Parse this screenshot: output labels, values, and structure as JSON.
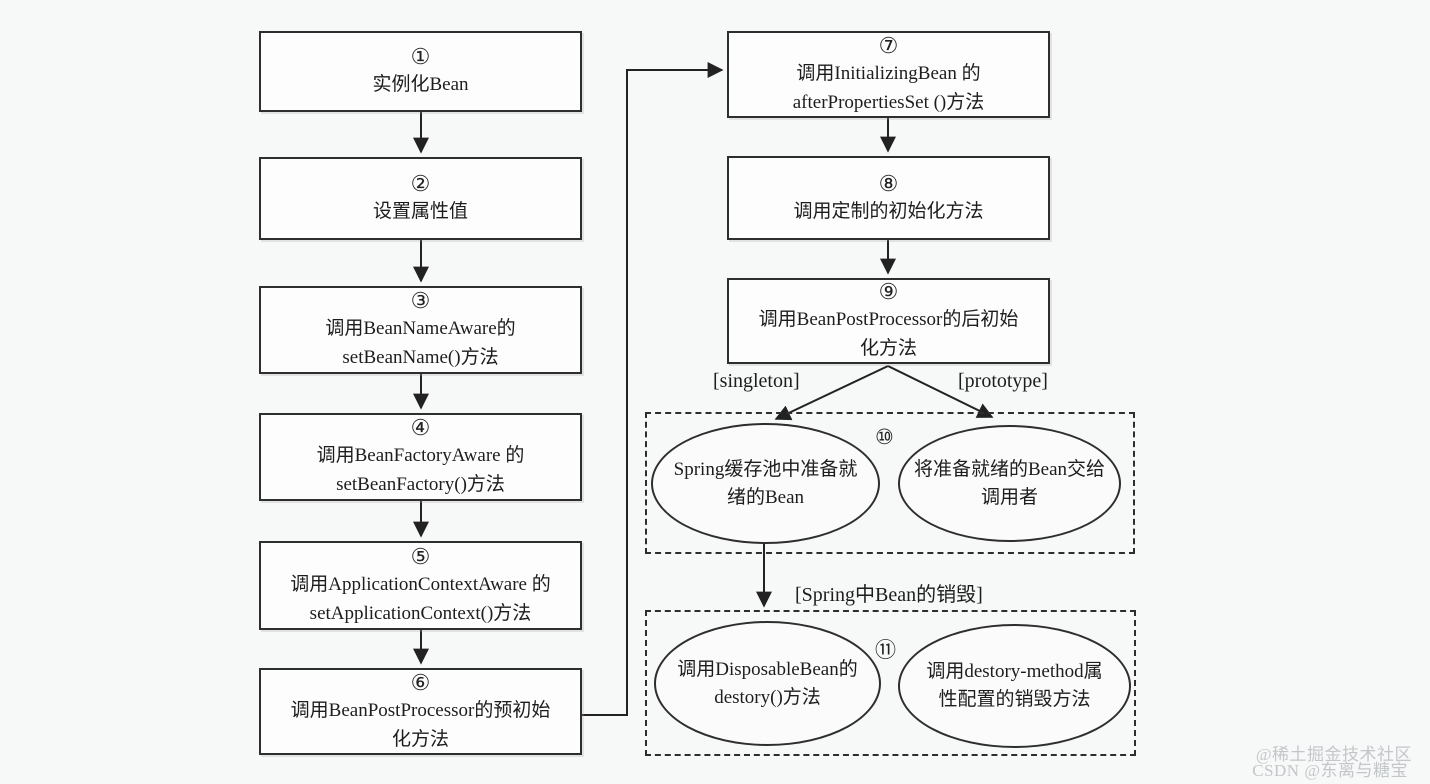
{
  "boxes": [
    {
      "num": "①",
      "text": "实例化Bean"
    },
    {
      "num": "②",
      "text": "设置属性值"
    },
    {
      "num": "③",
      "text": "调用BeanNameAware的\nsetBeanName()方法"
    },
    {
      "num": "④",
      "text": "调用BeanFactoryAware 的\nsetBeanFactory()方法"
    },
    {
      "num": "⑤",
      "text": "调用ApplicationContextAware 的\nsetApplicationContext()方法"
    },
    {
      "num": "⑥",
      "text": "调用BeanPostProcessor的预初始\n化方法"
    },
    {
      "num": "⑦",
      "text": "调用InitializingBean 的\nafterPropertiesSet ()方法"
    },
    {
      "num": "⑧",
      "text": "调用定制的初始化方法"
    },
    {
      "num": "⑨",
      "text": "调用BeanPostProcessor的后初始\n化方法"
    }
  ],
  "labels": {
    "singleton": "[singleton]",
    "prototype": "[prototype]",
    "destroy": "[Spring中Bean的销毁]"
  },
  "group10": {
    "num": "⑩",
    "left": "Spring缓存池中准备就\n绪的Bean",
    "right": "将准备就绪的Bean交给\n调用者"
  },
  "group11": {
    "num": "⑪",
    "left": "调用DisposableBean的\ndestory()方法",
    "right": "调用destory-method属\n性配置的销毁方法"
  },
  "watermark": {
    "line1": "@稀土掘金技术社区",
    "line2": "CSDN @东离与糖宝"
  },
  "colors": {
    "stroke": "#2e2e2e",
    "background": "#f7f8f8",
    "box_fill": "#fdfdfd",
    "watermark": "#c3c7ca"
  }
}
